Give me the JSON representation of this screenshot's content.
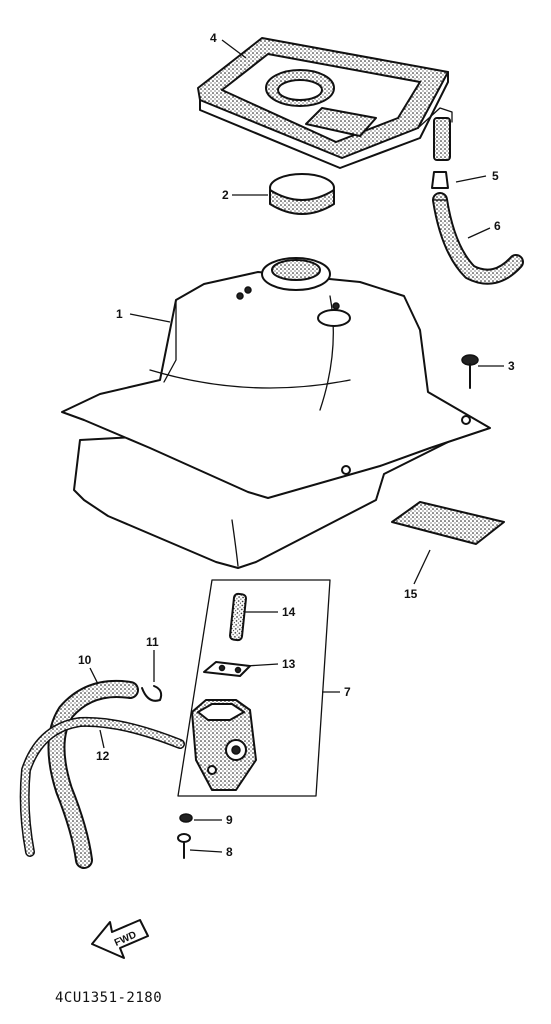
{
  "diagram": {
    "callouts": [
      {
        "id": "1",
        "label": "1"
      },
      {
        "id": "2",
        "label": "2"
      },
      {
        "id": "3",
        "label": "3"
      },
      {
        "id": "4",
        "label": "4"
      },
      {
        "id": "5",
        "label": "5"
      },
      {
        "id": "6",
        "label": "6"
      },
      {
        "id": "7",
        "label": "7"
      },
      {
        "id": "8",
        "label": "8"
      },
      {
        "id": "9",
        "label": "9"
      },
      {
        "id": "10",
        "label": "10"
      },
      {
        "id": "11",
        "label": "11"
      },
      {
        "id": "12",
        "label": "12"
      },
      {
        "id": "13",
        "label": "13"
      },
      {
        "id": "14",
        "label": "14"
      },
      {
        "id": "15",
        "label": "15"
      }
    ],
    "direction_arrow": {
      "label": "FWD"
    },
    "document_code": "4CU1351-2180"
  }
}
